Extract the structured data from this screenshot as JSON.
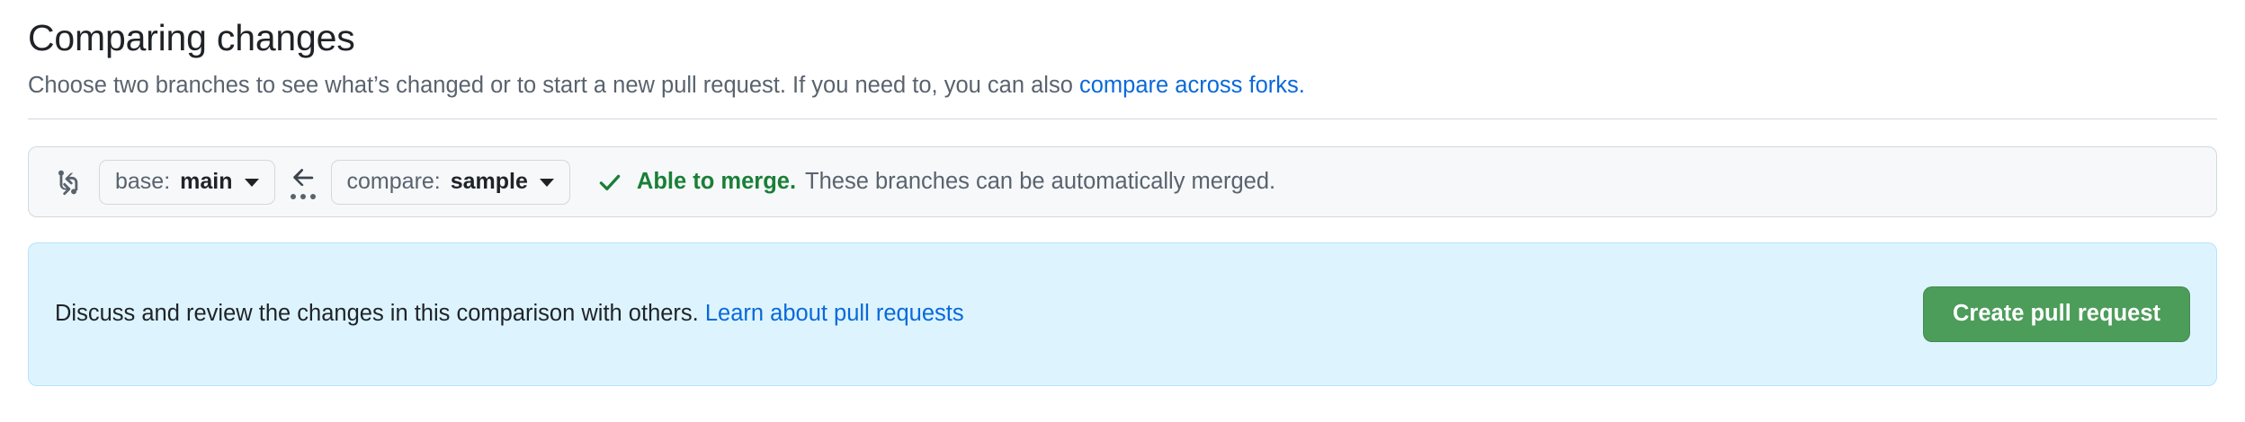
{
  "header": {
    "title": "Comparing changes",
    "subtitle_prefix": "Choose two branches to see what’s changed or to start a new pull request. If you need to, you can also ",
    "subtitle_link": "compare across forks",
    "subtitle_suffix": "."
  },
  "compare_row": {
    "switch_icon": "arrow-switch-icon",
    "base": {
      "label": "base:",
      "value": "main",
      "caret_icon": "chevron-down-icon"
    },
    "direction": {
      "arrow_icon": "arrow-left-icon",
      "ellipsis_icon": "kebab-horizontal-icon"
    },
    "compare": {
      "label": "compare:",
      "value": "sample",
      "caret_icon": "chevron-down-icon"
    },
    "status": {
      "check_icon": "check-icon",
      "headline": "Able to merge.",
      "detail": "These branches can be automatically merged."
    }
  },
  "banner": {
    "text_prefix": "Discuss and review the changes in this comparison with others. ",
    "link": "Learn about pull requests",
    "cta_label": "Create pull request"
  },
  "colors": {
    "page_background": "#ffffff",
    "text_primary": "#1f2328",
    "text_muted": "#59636e",
    "link_blue": "#0969da",
    "border": "#d1d9e0",
    "box_background": "#f6f8fa",
    "success_green": "#1a7f37",
    "banner_background": "#ddf4ff",
    "banner_border": "#b6e3ff",
    "button_green": "#4c9c5a"
  }
}
